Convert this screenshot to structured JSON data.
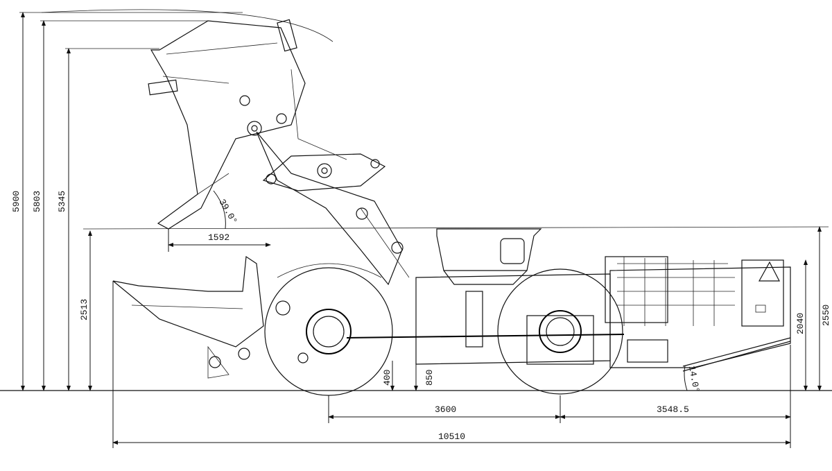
{
  "drawing": {
    "dimensions": {
      "max_dump_height": "5900",
      "bucket_pin_height": "5803",
      "bucket_top_height": "5345",
      "dump_clearance_height": "2513",
      "dump_reach": "1592",
      "dump_angle": "39.0°",
      "ground_clearance": "400",
      "axle_height": "850",
      "wheelbase": "3600",
      "rear_overhang": "3548.5",
      "overall_length": "10510",
      "frame_height": "2040",
      "overall_height": "2550",
      "departure_angle": "14.0°"
    },
    "line_color": "#111111",
    "background_color": "#ffffff"
  }
}
